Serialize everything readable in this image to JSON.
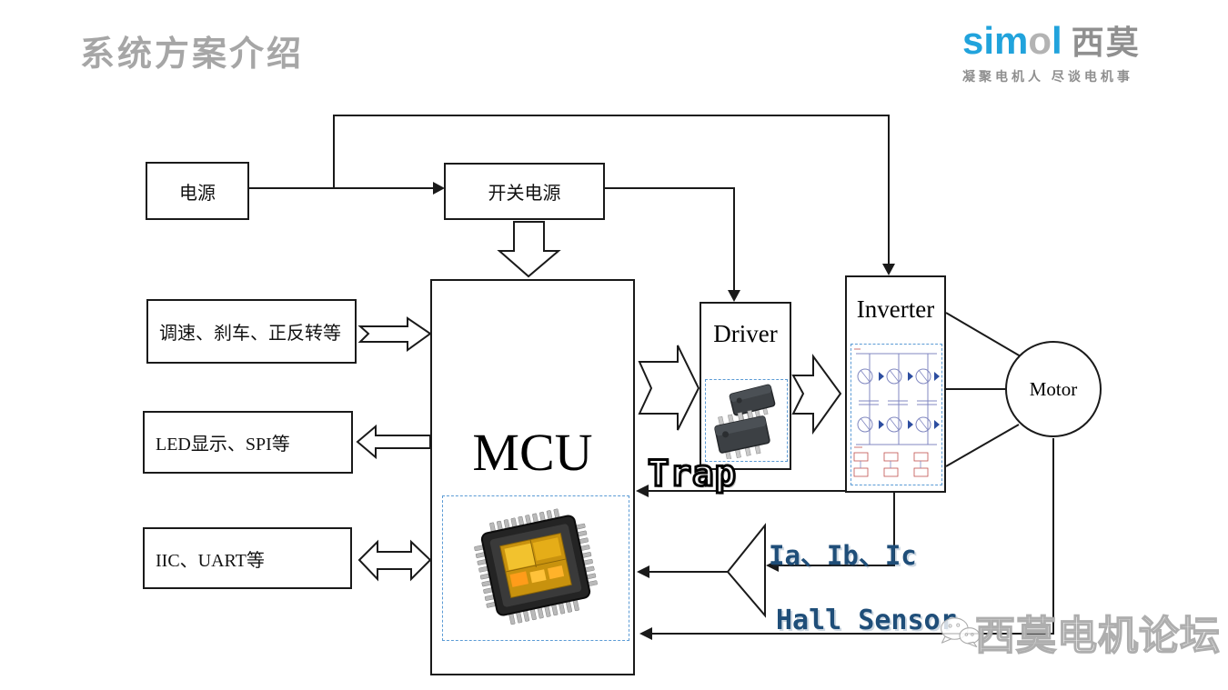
{
  "header": {
    "title": "系统方案介绍",
    "logo": {
      "en_part1": "sim",
      "en_part2": "o",
      "en_part3": "l",
      "cn": "西莫",
      "tagline": "凝聚电机人  尽谈电机事"
    }
  },
  "colors": {
    "accent_blue": "#21a3dc",
    "signal_navy": "#1f4e79",
    "title_gray": "#a6a6a6",
    "line_black": "#1a1a1a",
    "dashed_blue": "#5b9bd5"
  },
  "nodes": {
    "power": {
      "label": "电源"
    },
    "switch_power": {
      "label": "开关电源"
    },
    "inputs": {
      "label": "调速、刹车、正反转等"
    },
    "display": {
      "label": "LED显示、SPI等"
    },
    "comm": {
      "label": "IIC、UART等"
    },
    "mcu": {
      "label": "MCU"
    },
    "driver": {
      "label": "Driver"
    },
    "inverter": {
      "label": "Inverter"
    },
    "motor": {
      "label": "Motor"
    }
  },
  "signals": {
    "trap": "Trap",
    "phase_currents": "Ia、Ib、Ic",
    "hall": "Hall Sensor"
  },
  "watermark": {
    "text": "西莫电机论坛",
    "icon": "wechat-icon"
  }
}
